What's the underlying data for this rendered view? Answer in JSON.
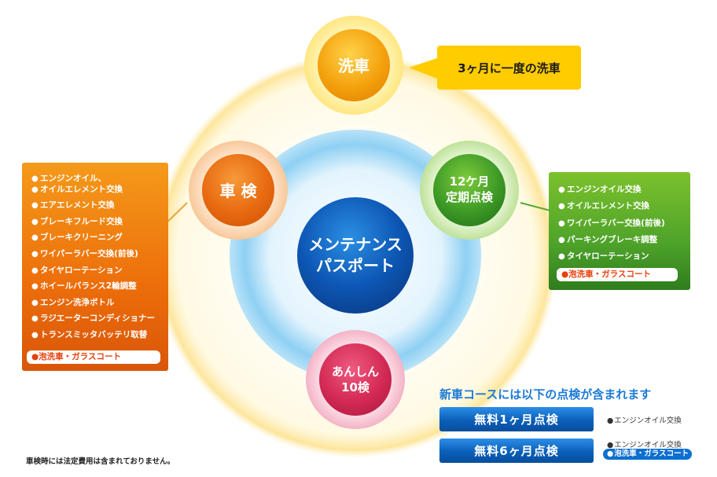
{
  "center_label": {
    "line1": "メンテナンス",
    "line2": "パスポート"
  },
  "nodes": {
    "wash": {
      "label": "洗車"
    },
    "inspection": {
      "label": "車 検"
    },
    "periodic": {
      "line1": "12ケ月",
      "line2": "定期点検"
    },
    "anshin": {
      "line1": "あんしん",
      "line2": "10検"
    }
  },
  "callout": {
    "text": "3ヶ月に一度の洗車"
  },
  "inspection_panel": {
    "items": [
      "エンジンオイル、",
      "オイルエレメント交換",
      "エアエレメント交換",
      "ブレーキフルード交換",
      "ブレーキクリーニング",
      "ワイパーラバー交換(前後)",
      "タイヤローテーション",
      "ホイールバランス2輪調整",
      "エンジン洗浄ボトル",
      "ラジエーターコンディショナー",
      "トランスミッタバッテリ取替"
    ],
    "highlight": "●泡洗車・ガラスコート"
  },
  "periodic_panel": {
    "items": [
      "エンジンオイル交換",
      "オイルエレメント交換",
      "ワイパーラバー交換(前後)",
      "パーキングブレーキ調整",
      "タイヤローテーション"
    ],
    "highlight": "●泡洗車・ガラスコート"
  },
  "new_car_course": {
    "title": "新車コースには以下の点検が含まれます",
    "course1": {
      "label": "無料1ヶ月点検",
      "item": "エンジンオイル交換"
    },
    "course2": {
      "label": "無料6ヶ月点検",
      "item": "エンジンオイル交換",
      "highlight": "泡洗車・ガラスコート"
    }
  },
  "footnote": "車検時には法定費用は含まれておりません。",
  "colors": {
    "center_blue": "#0d57b5",
    "wash_yellow": "#f4a20e",
    "inspection_orange": "#e86a10",
    "periodic_green": "#3d9a26",
    "anshin_red": "#d32a55",
    "callout_yellow": "#ffcc00",
    "course_blue": "#0b6fd0"
  }
}
